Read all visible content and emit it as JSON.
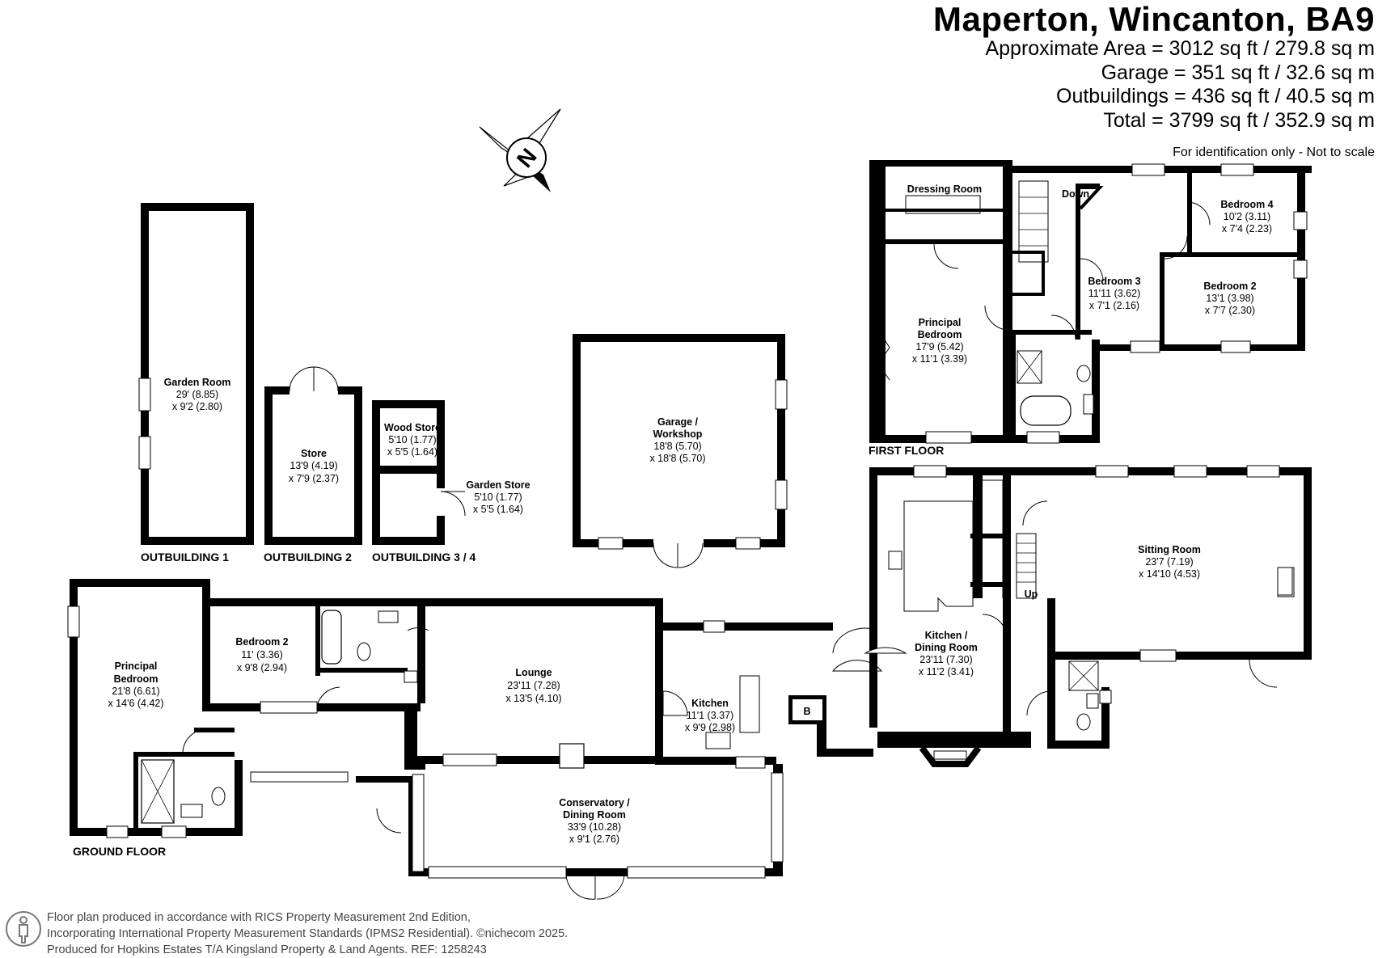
{
  "header": {
    "title": "Maperton, Wincanton, BA9",
    "area_lines": [
      "Approximate Area = 3012 sq ft / 279.8 sq m",
      "Garage = 351 sq ft / 32.6 sq m",
      "Outbuildings = 436 sq ft / 40.5 sq m",
      "Total = 3799 sq ft / 352.9 sq m"
    ],
    "note": "For identification only - Not to scale"
  },
  "compass": {
    "label": "N",
    "icon": "compass-icon"
  },
  "floors": {
    "ground": "GROUND FLOOR",
    "first": "FIRST FLOOR",
    "outbuilding_1": "OUTBUILDING 1",
    "outbuilding_2": "OUTBUILDING 2",
    "outbuilding_34": "OUTBUILDING 3 / 4"
  },
  "rooms": {
    "garden_room": {
      "name": "Garden Room",
      "dims": [
        "29' (8.85)",
        "x 9'2 (2.80)"
      ]
    },
    "store": {
      "name": "Store",
      "dims": [
        "13'9 (4.19)",
        "x 7'9 (2.37)"
      ]
    },
    "wood_store": {
      "name": "Wood Store",
      "dims": [
        "5'10 (1.77)",
        "x 5'5 (1.64)"
      ]
    },
    "garden_store": {
      "name": "Garden Store",
      "dims": [
        "5'10 (1.77)",
        "x 5'5 (1.64)"
      ]
    },
    "garage": {
      "name": [
        "Garage /",
        "Workshop"
      ],
      "dims": [
        "18'8 (5.70)",
        "x 18'8 (5.70)"
      ]
    },
    "gf_principal": {
      "name": [
        "Principal",
        "Bedroom"
      ],
      "dims": [
        "21'8 (6.61)",
        "x 14'6 (4.42)"
      ]
    },
    "gf_bedroom2": {
      "name": "Bedroom 2",
      "dims": [
        "11' (3.36)",
        "x 9'8 (2.94)"
      ]
    },
    "lounge": {
      "name": "Lounge",
      "dims": [
        "23'11 (7.28)",
        "x 13'5 (4.10)"
      ]
    },
    "kitchen": {
      "name": "Kitchen",
      "dims": [
        "11'1 (3.37)",
        "x 9'9 (2.98)"
      ]
    },
    "conservatory": {
      "name": [
        "Conservatory /",
        "Dining Room"
      ],
      "dims": [
        "33'9 (10.28)",
        "x 9'1 (2.76)"
      ]
    },
    "kitchen_dining": {
      "name": [
        "Kitchen /",
        "Dining Room"
      ],
      "dims": [
        "23'11 (7.30)",
        "x 11'2 (3.41)"
      ]
    },
    "sitting_room": {
      "name": "Sitting Room",
      "dims": [
        "23'7 (7.19)",
        "x 14'10 (4.53)"
      ]
    },
    "boiler": {
      "name": "B"
    },
    "up": {
      "name": "Up"
    },
    "dressing_room": {
      "name": "Dressing Room"
    },
    "ff_principal": {
      "name": [
        "Principal",
        "Bedroom"
      ],
      "dims": [
        "17'9 (5.42)",
        "x 11'1 (3.39)"
      ]
    },
    "ff_bedroom3": {
      "name": "Bedroom 3",
      "dims": [
        "11'11 (3.62)",
        "x 7'1 (2.16)"
      ]
    },
    "ff_bedroom4": {
      "name": "Bedroom 4",
      "dims": [
        "10'2 (3.11)",
        "x 7'4 (2.23)"
      ]
    },
    "ff_bedroom2": {
      "name": "Bedroom 2",
      "dims": [
        "13'1 (3.98)",
        "x 7'7 (2.30)"
      ]
    },
    "down": {
      "name": "Down"
    }
  },
  "footer": {
    "lines": [
      "Floor plan produced in accordance with RICS Property Measurement 2nd Edition,",
      "Incorporating International Property Measurement Standards (IPMS2 Residential).   ©nichecom 2025.",
      "Produced for Hopkins Estates T/A Kingsland Property & Land Agents.   REF:  1258243"
    ],
    "icon": "info-person-icon"
  }
}
